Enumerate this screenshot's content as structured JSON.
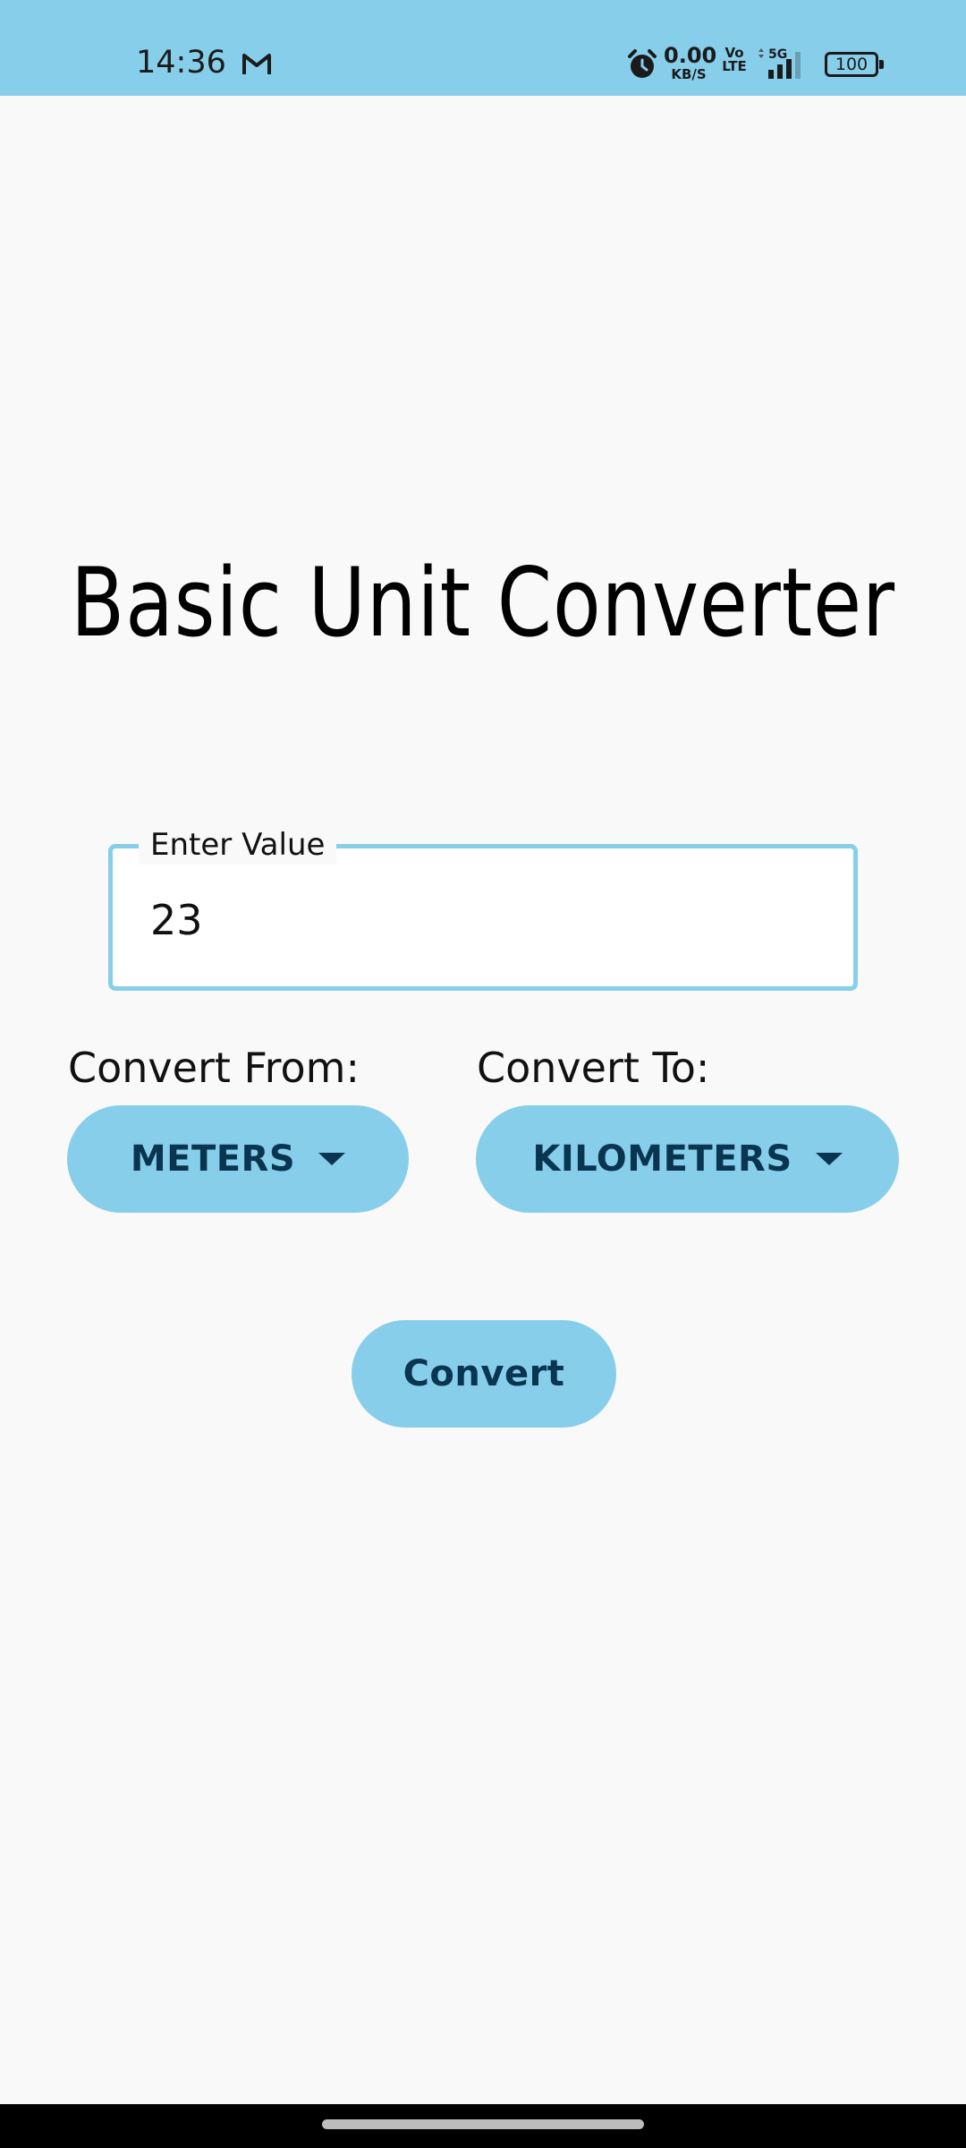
{
  "status_bar": {
    "time": "14:36",
    "net_speed_value": "0.00",
    "net_speed_unit": "KB/S",
    "volte_top": "Vo",
    "volte_bottom": "LTE",
    "network": "5G",
    "battery": "100",
    "color": "#87ceeb"
  },
  "title": "Basic Unit Converter",
  "input": {
    "label": "Enter Value",
    "value": "23"
  },
  "from": {
    "label": "Convert From:",
    "selected": "METERS"
  },
  "to": {
    "label": "Convert To:",
    "selected": "KILOMETERS"
  },
  "convert_button": "Convert",
  "colors": {
    "accent": "#87ceeb",
    "button_text": "#0a3550",
    "background": "#f9f9f9"
  }
}
